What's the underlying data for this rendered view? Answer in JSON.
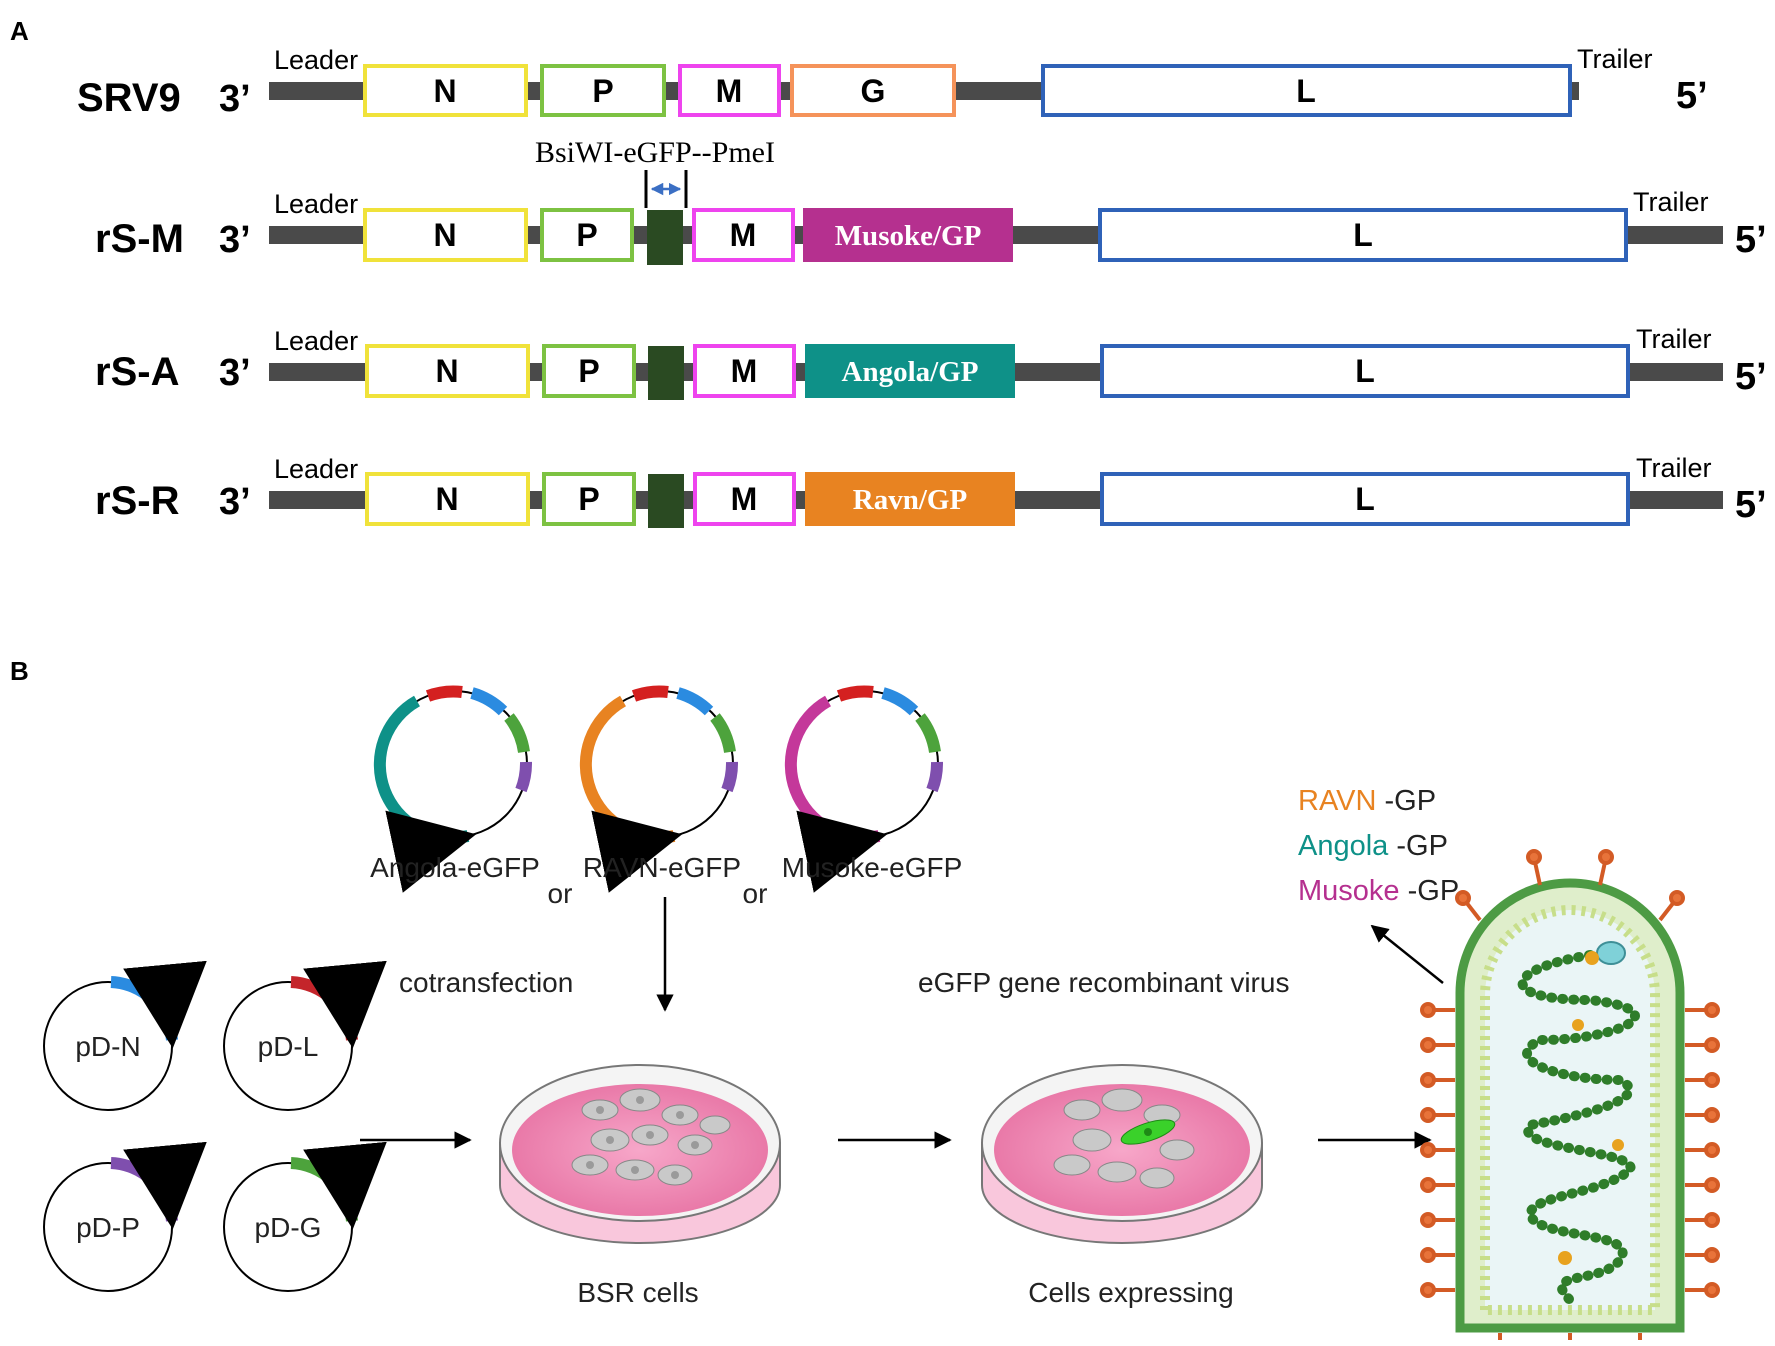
{
  "panels": {
    "a": "A",
    "b": "B"
  },
  "genome": {
    "leader": "Leader",
    "trailer": "Trailer",
    "end3": "3’",
    "end5": "5’",
    "site_label": "BsiWI-eGFP--PmeI",
    "constructs": [
      {
        "name": "SRV9",
        "genes": [
          "N",
          "P",
          "M",
          "G",
          "L"
        ]
      },
      {
        "name": "rS-M",
        "genes": [
          "N",
          "P",
          "M",
          "Musoke/GP",
          "L"
        ]
      },
      {
        "name": "rS-A",
        "genes": [
          "N",
          "P",
          "M",
          "Angola/GP",
          "L"
        ]
      },
      {
        "name": "rS-R",
        "genes": [
          "N",
          "P",
          "M",
          "Ravn/GP",
          "L"
        ]
      }
    ],
    "colors": {
      "N": "#f0e23a",
      "P": "#7dc242",
      "M": "#ee44ee",
      "G": "#f5935a",
      "L": "#2f62b8",
      "Musoke": "#b5308f",
      "Angola": "#0e9188",
      "Ravn": "#e88321",
      "eGFP": "#2a4a22",
      "backbone": "#4a4a4a"
    }
  },
  "workflow": {
    "plasmids": [
      "Angola-eGFP",
      "RAVN-eGFP",
      "Musoke-eGFP"
    ],
    "or": "or",
    "helpers": [
      "pD-N",
      "pD-L",
      "pD-P",
      "pD-G"
    ],
    "cotransfection": "cotransfection",
    "bsr": "BSR cells",
    "recombinant": "eGFP gene recombinant virus",
    "expressing": "Cells expressing",
    "legend": [
      {
        "name": "RAVN",
        "suffix": " -GP",
        "color": "#e88321"
      },
      {
        "name": "Angola",
        "suffix": " -GP",
        "color": "#0e9188"
      },
      {
        "name": "Musoke",
        "suffix": " -GP",
        "color": "#b5308f"
      }
    ]
  }
}
